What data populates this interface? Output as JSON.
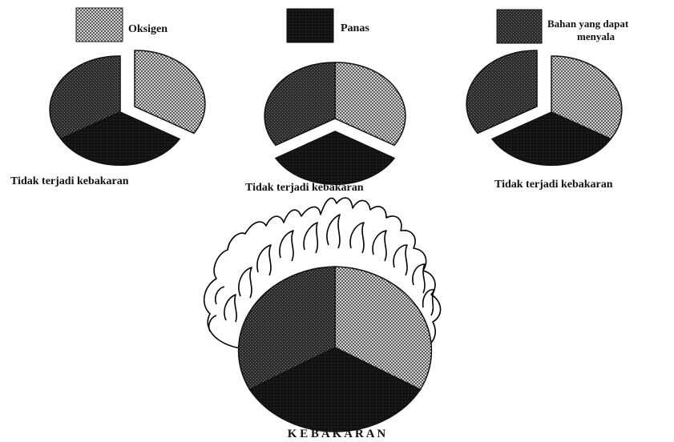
{
  "legend": {
    "oxygen": "Oksigen",
    "heat": "Panas",
    "fuel_line1": "Bahan yang dapat",
    "fuel_line2": "menyala"
  },
  "captions": {
    "pie1": "Tidak terjadi kebakaran",
    "pie2": "Tidak terjadi kebakaran",
    "pie3": "Tidak terjadi kebakaran",
    "fire": "K E B A K A R A N"
  },
  "colors": {
    "oxygen_fill": "#b5b5b5",
    "heat_fill": "#1a1a1a",
    "fuel_fill": "#3c3c3c",
    "outline": "#000000"
  }
}
